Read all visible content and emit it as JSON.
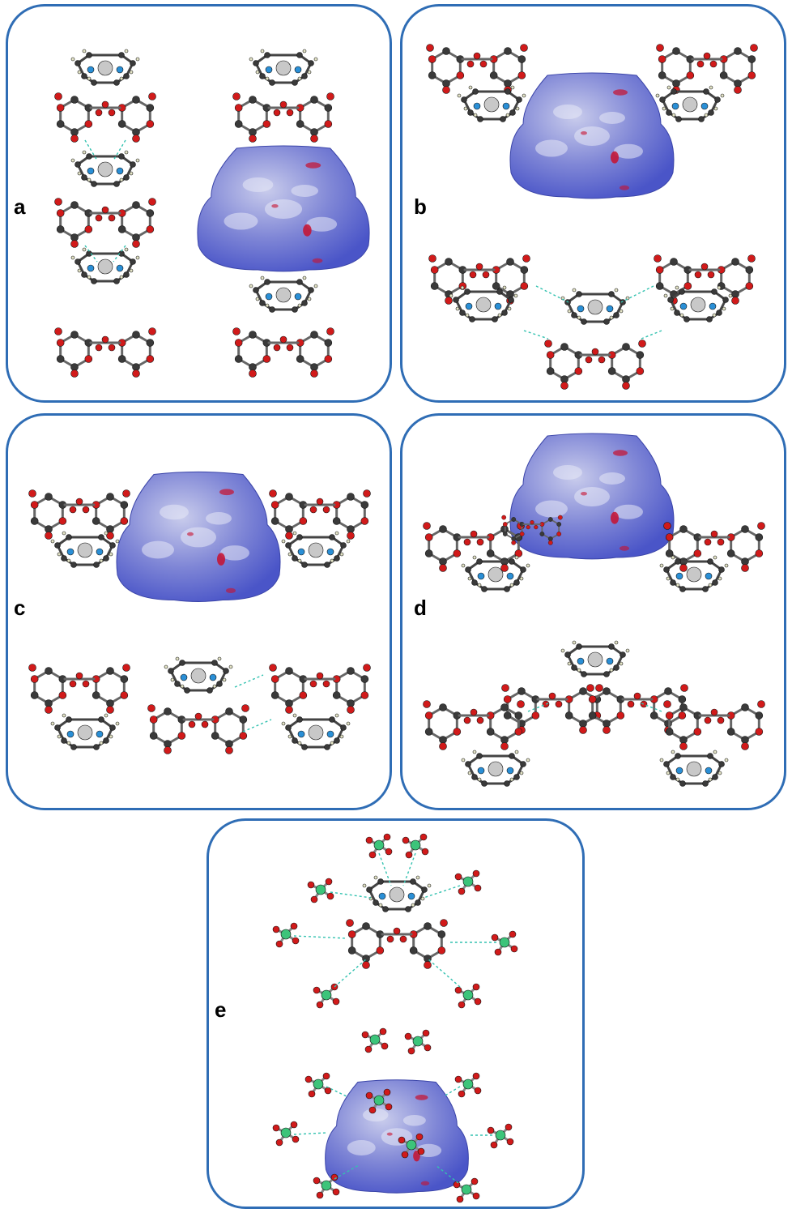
{
  "panels": [
    {
      "id": "a",
      "label": "a"
    },
    {
      "id": "b",
      "label": "b"
    },
    {
      "id": "c",
      "label": "c"
    },
    {
      "id": "d",
      "label": "d"
    },
    {
      "id": "e",
      "label": "e"
    }
  ],
  "colors": {
    "frame": "#2f6db5",
    "surface_blue": "#4a55c8",
    "surface_light": "#c9ccec",
    "surface_hotspot": "#c8102e",
    "carbon": "#3a3a3a",
    "oxygen": "#d11a1a",
    "nitrogen": "#2a8fd6",
    "metal": "#c8c8c8",
    "hydrogen": "#e6e6c8",
    "boron_green": "#3cc47a",
    "hbond": "#33c2b0"
  }
}
